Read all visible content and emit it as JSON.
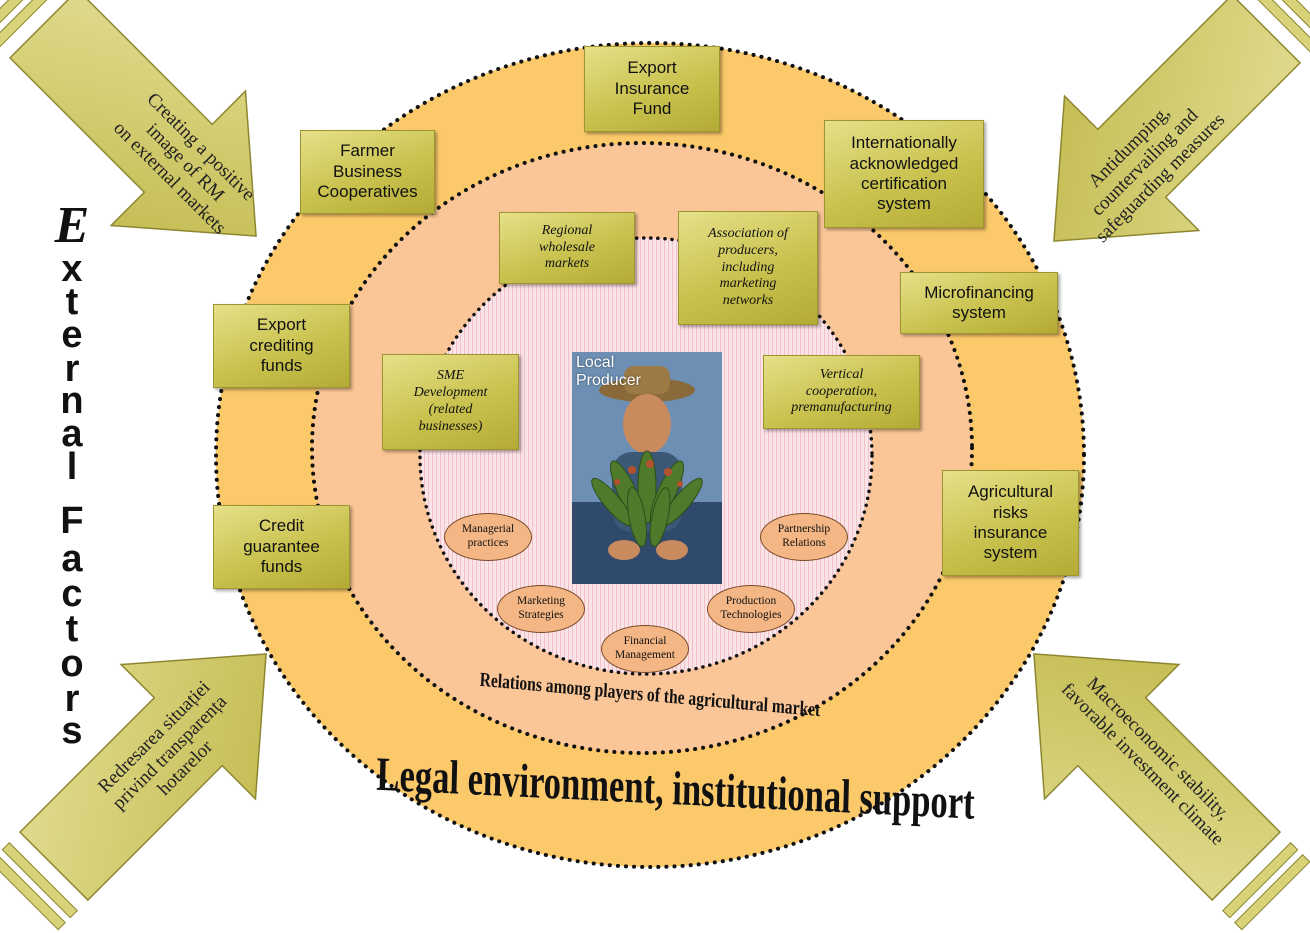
{
  "title": {
    "letters": [
      "E",
      "x",
      "t",
      "e",
      "r",
      "n",
      "a",
      "l",
      "F",
      "a",
      "c",
      "t",
      "o",
      "r",
      "s"
    ]
  },
  "arrows": {
    "top_left": "Creating a positive\nimage of RM\non external markets",
    "top_right": "Antidumping,\ncountervailing and\nsafeguarding measures",
    "bottom_left": "Redresarea situației\nprivind transparența\nhotarelor",
    "bottom_right": "Macroeconomic stability,\nfavorable investment climate"
  },
  "outer_boxes": {
    "export_insurance": "Export\nInsurance\nFund",
    "farmer_coops": "Farmer\nBusiness\nCooperatives",
    "certification": "Internationally\nacknowledged\ncertification\nsystem",
    "microfinancing": "Microfinancing\nsystem",
    "export_crediting": "Export\ncrediting\nfunds",
    "credit_guarantee": "Credit\nguarantee\nfunds",
    "agri_risks": "Agricultural\nrisks\ninsurance\nsystem"
  },
  "inner_boxes": {
    "regional_markets": "Regional\nwholesale\nmarkets",
    "association": "Association of\nproducers,\nincluding\nmarketing\nnetworks",
    "sme": "SME\nDevelopment\n(related\nbusinesses)",
    "vertical": "Vertical\ncooperation,\npremanufacturing"
  },
  "center": {
    "caption": "Local\nProducer"
  },
  "ovals": {
    "managerial": "Managerial\npractices",
    "partnership": "Partnership\nRelations",
    "marketing": "Marketing\nStrategies",
    "production": "Production\nTechnologies",
    "financial": "Financial\nManagement"
  },
  "ring_labels": {
    "inner": "Relations among players of the agricultural market",
    "outer": "Legal environment, institutional support"
  },
  "colors": {
    "outer_ring": "#fbc96a",
    "middle_ring": "#fbc697",
    "inner_circle": "#fbe3e6",
    "box": "#c9c24e",
    "arrow": "#d8d27a",
    "oval": "#f3b684"
  }
}
